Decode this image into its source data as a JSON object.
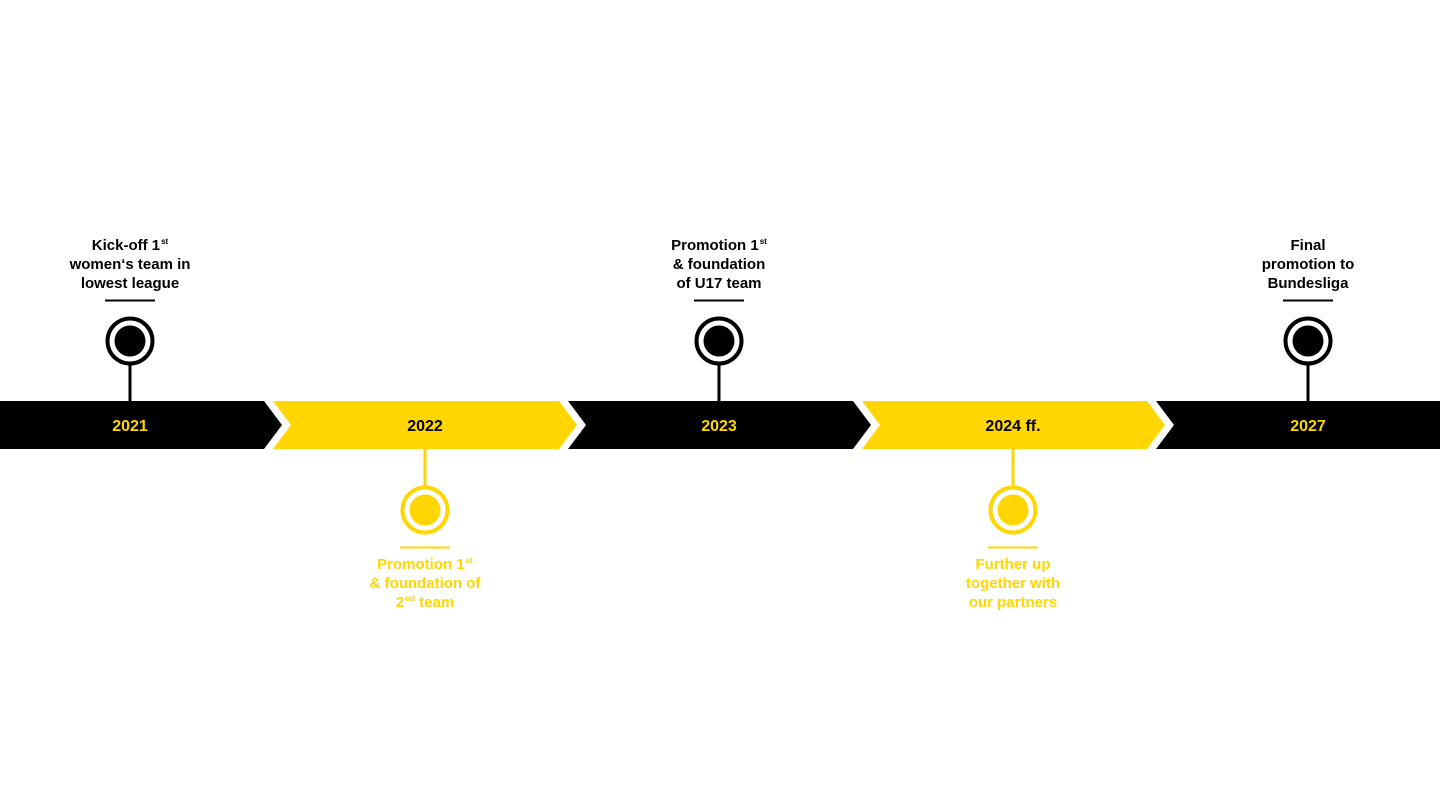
{
  "colors": {
    "dark": "#000000",
    "accent": "#FFD600",
    "background": "#ffffff"
  },
  "segments": [
    {
      "year": "2021",
      "fill": "dark",
      "text_color": "accent"
    },
    {
      "year": "2022",
      "fill": "accent",
      "text_color": "dark"
    },
    {
      "year": "2023",
      "fill": "dark",
      "text_color": "accent"
    },
    {
      "year": "2024 ff.",
      "fill": "accent",
      "text_color": "dark"
    },
    {
      "year": "2027",
      "fill": "dark",
      "text_color": "accent"
    }
  ],
  "milestones": [
    {
      "segment": 0,
      "side": "above",
      "color": "dark",
      "lines": [
        {
          "text": "Kick-off 1",
          "sup": "st"
        },
        {
          "text": "women‘s team in"
        },
        {
          "text": "lowest league"
        }
      ]
    },
    {
      "segment": 1,
      "side": "below",
      "color": "accent",
      "lines": [
        {
          "text": "Promotion 1",
          "sup": "st"
        },
        {
          "text": "& foundation of"
        },
        {
          "text": "2",
          "sup": "nd",
          "after": " team"
        }
      ]
    },
    {
      "segment": 2,
      "side": "above",
      "color": "dark",
      "lines": [
        {
          "text": "Promotion 1",
          "sup": "st"
        },
        {
          "text": "& foundation"
        },
        {
          "text": "of U17 team"
        }
      ]
    },
    {
      "segment": 3,
      "side": "below",
      "color": "accent",
      "lines": [
        {
          "text": "Further up"
        },
        {
          "text": "together with"
        },
        {
          "text": "our partners"
        }
      ]
    },
    {
      "segment": 4,
      "side": "above",
      "color": "dark",
      "lines": [
        {
          "text": "Final"
        },
        {
          "text": "promotion to"
        },
        {
          "text": "Bundesliga"
        }
      ]
    }
  ]
}
